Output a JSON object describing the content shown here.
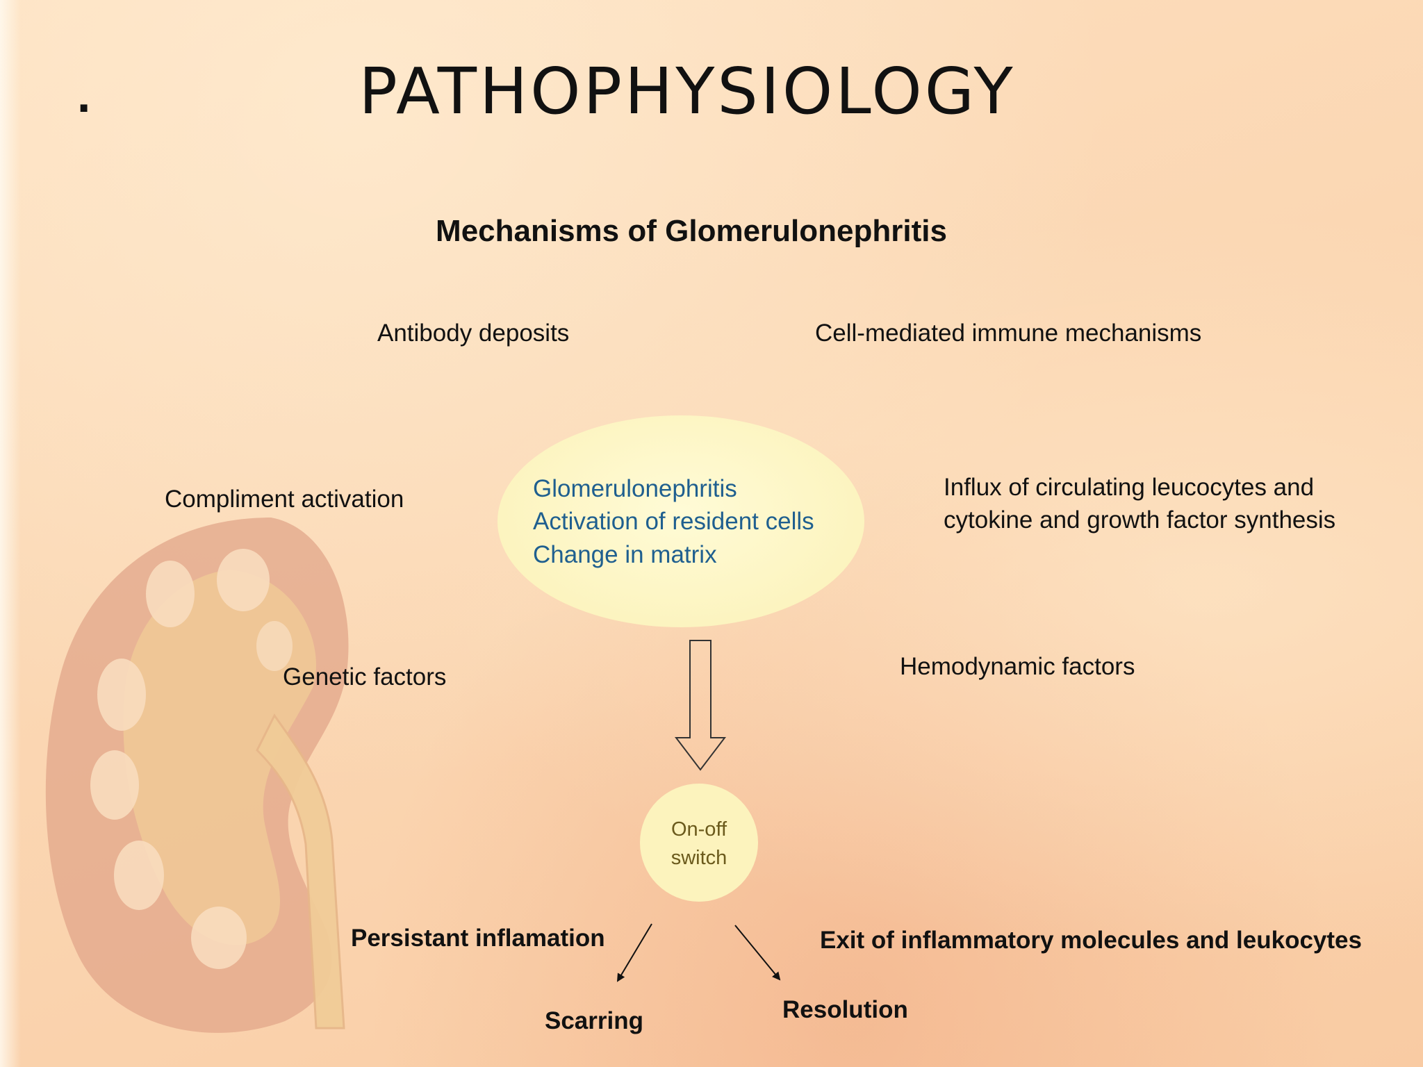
{
  "slide": {
    "marker": ".",
    "title": "PATHOPHYSIOLOGY",
    "subtitle": "Mechanisms of Glomerulonephritis"
  },
  "factors": {
    "antibody": "Antibody deposits",
    "cell_mediated": "Cell-mediated immune mechanisms",
    "compliment": "Compliment activation",
    "influx_line1": "Influx of circulating leucocytes and",
    "influx_line2": "cytokine and growth factor synthesis",
    "genetic": "Genetic factors",
    "hemodynamic": "Hemodynamic factors"
  },
  "center": {
    "line1": "Glomerulonephritis",
    "line2": "Activation of resident cells",
    "line3": "Change in matrix"
  },
  "switch": {
    "line1": "On-off",
    "line2": "switch"
  },
  "outcomes": {
    "persistent": "Persistant inflamation",
    "exit": "Exit of inflammatory molecules and leukocytes",
    "scarring": "Scarring",
    "resolution": "Resolution"
  },
  "colors": {
    "center_text": "#1f5f8f",
    "ellipse_fill": "#fbf1b6",
    "switch_text": "#6b5a1c",
    "kidney_outer": "#e3a78c",
    "kidney_inner": "#f3cc93"
  },
  "icons": {
    "kidney": "kidney-illustration",
    "down_arrow": "hollow-down-arrow-icon",
    "left_arrow": "arrow-down-left-icon",
    "right_arrow": "arrow-down-right-icon"
  }
}
